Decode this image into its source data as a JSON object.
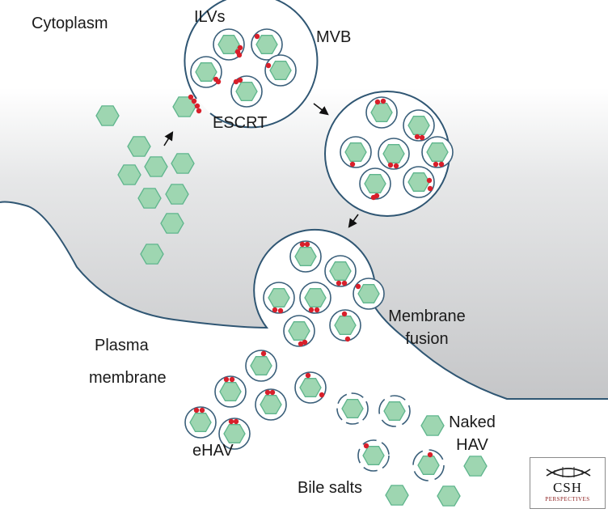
{
  "labels": {
    "cytoplasm": "Cytoplasm",
    "ilvs": "ILVs",
    "mvb": "MVB",
    "escrt": "ESCRT",
    "plasma_line1": "Plasma",
    "plasma_line2": "membrane",
    "membrane_fusion_line1": "Membrane",
    "membrane_fusion_line2": "fusion",
    "ehav": "eHAV",
    "naked_line1": "Naked",
    "naked_line2": "HAV",
    "bile_salts": "Bile salts"
  },
  "logo": {
    "main": "CSH",
    "sub": "PERSPECTIVES"
  },
  "colors": {
    "capsid_fill": "#9ed6b1",
    "capsid_stroke": "#5fb58d",
    "membrane": "#3a5f7a",
    "escrt_red": "#d81f2a",
    "cytoplasm_gradient_top": "#ffffff",
    "cytoplasm_gradient_bottom": "#c5c6c8"
  }
}
